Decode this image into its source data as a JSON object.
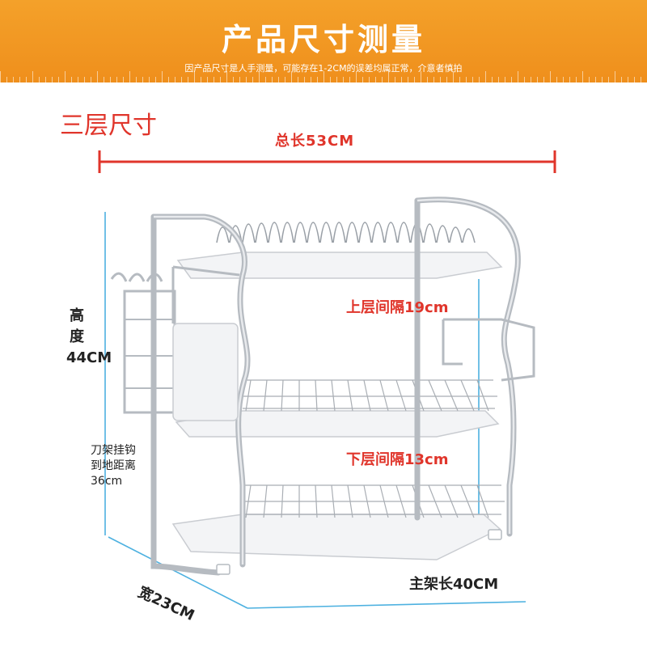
{
  "header": {
    "title": "产品尺寸测量",
    "subtitle": "因产品尺寸是人手测量，可能存在1-2CM的误差均属正常，介意者慎拍"
  },
  "section_title": "三层尺寸",
  "dimensions": {
    "total_length": "总长53CM",
    "height": "高度 44CM",
    "upper_gap": "上层间隔19cm",
    "lower_gap": "下层间隔13cm",
    "depth": "宽23CM",
    "main_frame_length": "主架长40CM",
    "knife_hook_note": "刀架挂钩\n到地距离\n36cm"
  },
  "colors": {
    "header": "#ef8f1c",
    "label_red": "#e0352b",
    "guide_line": "#e0352b",
    "dim_line": "#4db1e0"
  }
}
